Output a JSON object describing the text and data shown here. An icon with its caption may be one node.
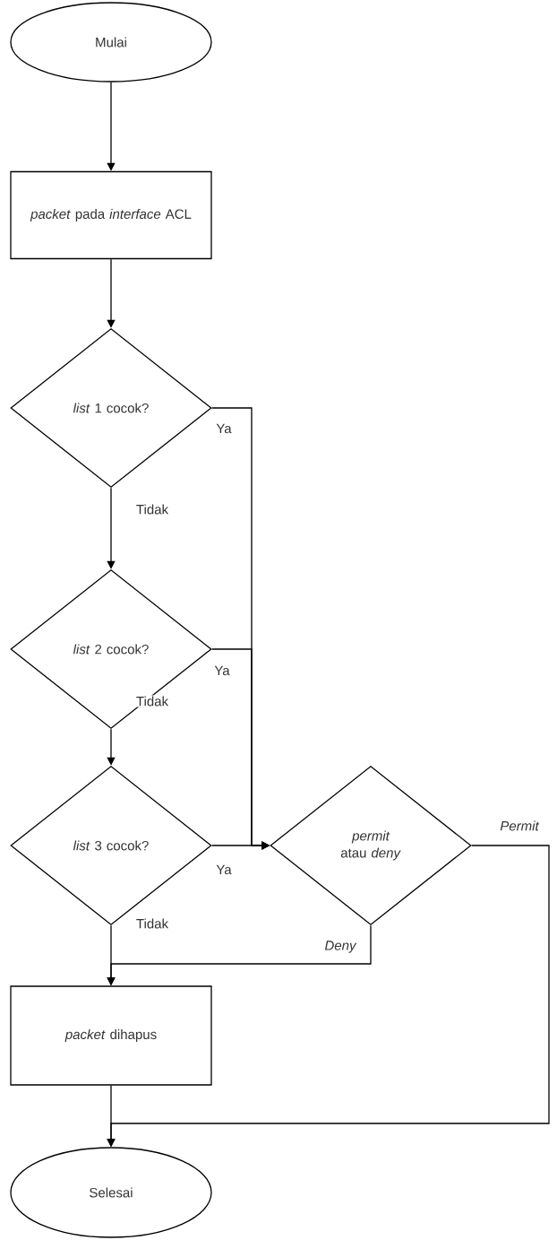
{
  "diagram": {
    "nodes": [
      {
        "text": [
          "Mulai"
        ]
      },
      {
        "text": [
          "*packet* pada *interface* ACL"
        ]
      },
      {
        "text": [
          "*list* 1 cocok?"
        ]
      },
      {
        "text": [
          "*list* 2 cocok?"
        ]
      },
      {
        "text": [
          "*list* 3 cocok?"
        ]
      },
      {
        "text": [
          "*permit* atau *deny*"
        ]
      },
      {
        "text": [
          "*packet* dihapus"
        ]
      },
      {
        "text": [
          "Selesai"
        ]
      }
    ],
    "edges": [
      {
        "from": 0,
        "to": 1,
        "arrow": "to"
      },
      {
        "from": 1,
        "to": 2,
        "arrow": "to"
      },
      {
        "from": 2,
        "to": 3,
        "arrow": "to",
        "label": "Tidak"
      },
      {
        "from": 2,
        "to": 5,
        "arrow": "to",
        "label": "Ya"
      },
      {
        "from": 3,
        "to": 4,
        "arrow": "to",
        "label": "Tidak"
      },
      {
        "from": 3,
        "to": 5,
        "arrow": "to",
        "label": "Ya"
      },
      {
        "from": 4,
        "to": 5,
        "arrow": "to",
        "label": "Ya"
      },
      {
        "from": 4,
        "to": 6,
        "arrow": "to",
        "label": "Tidak"
      },
      {
        "from": 5,
        "to": 6,
        "arrow": "to",
        "label": "Deny"
      },
      {
        "from": 6,
        "to": 7,
        "arrow": "to"
      },
      {
        "from": 5,
        "to": 7,
        "arrow": "to",
        "label": "Permit"
      }
    ]
  }
}
